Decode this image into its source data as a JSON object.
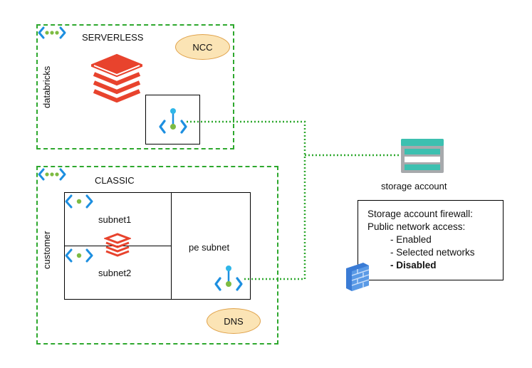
{
  "serverless": {
    "title": "SERVERLESS",
    "side_label": "databricks",
    "ncc_label": "NCC"
  },
  "classic": {
    "title": "CLASSIC",
    "side_label": "customer",
    "subnet1_label": "subnet1",
    "subnet2_label": "subnet2",
    "pe_subnet_label": "pe subnet",
    "dns_label": "DNS"
  },
  "storage": {
    "label": "storage account"
  },
  "firewall": {
    "lines": [
      "Storage account firewall:",
      "Public network access:",
      "- Enabled",
      "- Selected networks",
      "- Disabled"
    ]
  },
  "colors": {
    "vnet_border": "#2ea82e",
    "connector": "#2ea82e",
    "databricks_red": "#e8432d",
    "vnet_icon_blue": "#1d8fe0",
    "vnet_icon_green": "#7dbb42",
    "oval_fill": "#fbe4b5",
    "storage_teal": "#3cc0b0"
  },
  "icons": [
    "vnet-icon",
    "databricks-logo-icon",
    "private-endpoint-icon",
    "storage-account-icon",
    "firewall-icon"
  ]
}
